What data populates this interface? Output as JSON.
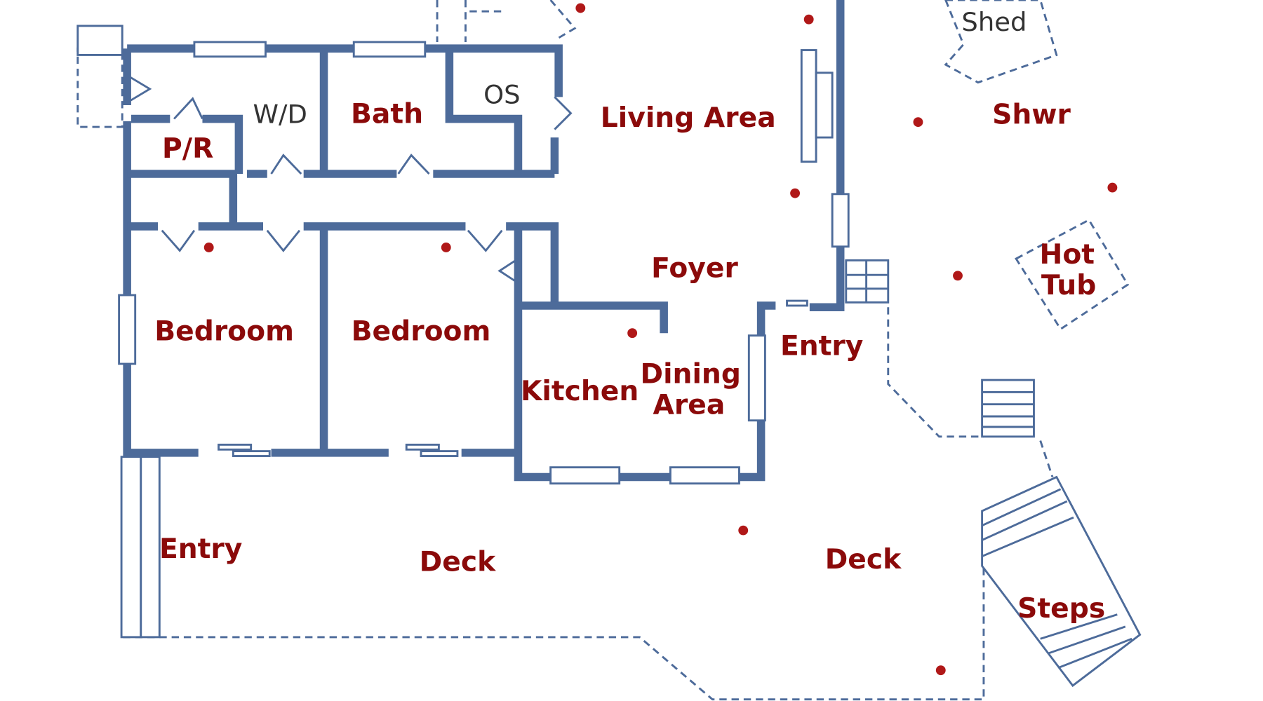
{
  "title": "Floor plan",
  "colors": {
    "wall": "#4d6b9a",
    "label": "#8b0a0a",
    "marker": "#b01818"
  },
  "rooms": {
    "wd": "W/D",
    "bath": "Bath",
    "os": "OS",
    "living": "Living Area",
    "pr": "P/R",
    "shed": "Shed",
    "shwr": "Shwr",
    "hot_tub_1": "Hot",
    "hot_tub_2": "Tub",
    "foyer": "Foyer",
    "bedroom1": "Bedroom",
    "bedroom2": "Bedroom",
    "entry_right": "Entry",
    "kitchen": "Kitchen",
    "dining_1": "Dining",
    "dining_2": "Area",
    "entry_left": "Entry",
    "deck1": "Deck",
    "deck2": "Deck",
    "steps": "Steps"
  }
}
